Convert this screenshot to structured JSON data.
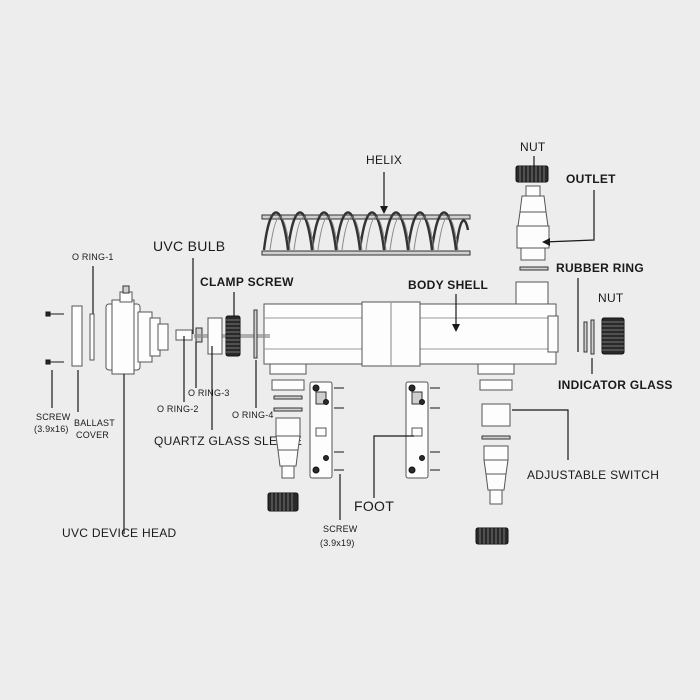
{
  "labels": {
    "helix": "HELIX",
    "nut_top": "NUT",
    "outlet": "OUTLET",
    "o_ring_1": "O RING-1",
    "uvc_bulb": "UVC BULB",
    "clamp_screw": "CLAMP SCREW",
    "body_shell": "BODY SHELL",
    "rubber_ring": "RUBBER RING",
    "nut_right": "NUT",
    "o_ring_3": "O RING-3",
    "o_ring_2": "O RING-2",
    "o_ring_4": "O RING-4",
    "indicator_glass": "INDICATOR GLASS",
    "screw_left_1": "SCREW",
    "screw_left_2": "(3.9x16)",
    "ballast_cover_1": "BALLAST",
    "ballast_cover_2": "COVER",
    "quartz_glass_sleeve": "QUARTZ GLASS SLEEVE",
    "adjustable_switch": "ADJUSTABLE SWITCH",
    "foot": "FOOT",
    "uvc_device_head": "UVC DEVICE HEAD",
    "screw_bottom_1": "SCREW",
    "screw_bottom_2": "(3.9x19)"
  },
  "colors": {
    "background": "#ededed",
    "line": "#1a1a1a",
    "part_fill": "#fdfdfd",
    "dark_part": "#2a2a2a"
  }
}
